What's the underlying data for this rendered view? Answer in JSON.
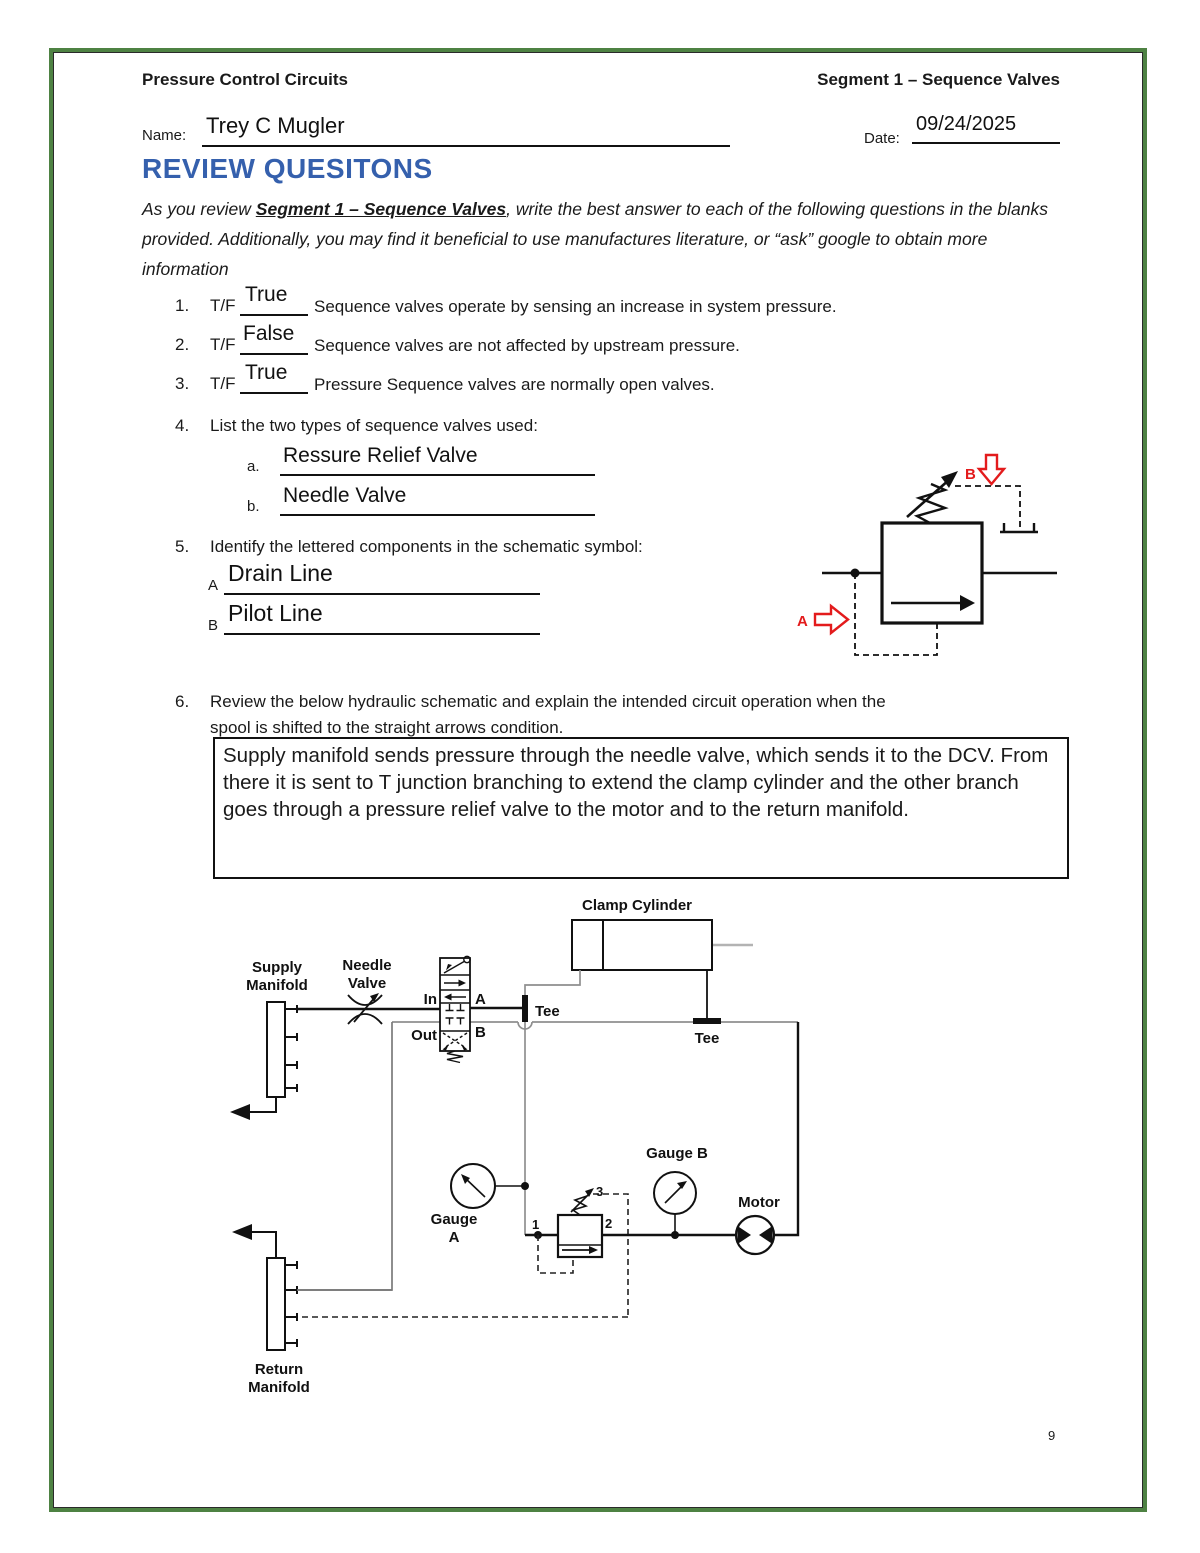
{
  "header": {
    "left_title": "Pressure Control Circuits",
    "right_title": "Segment 1 – Sequence Valves",
    "name_label": "Name:",
    "name_value": "Trey C Mugler",
    "date_label": "Date:",
    "date_value": "09/24/2025"
  },
  "section_title": "REVIEW QUESITONS",
  "intro": {
    "pre": "As you review ",
    "bold": "Segment 1 – Sequence Valves",
    "post": ", write the best answer to each of the following questions in the blanks provided. Additionally, you may find it beneficial to use manufactures literature, or “ask” google to obtain more information"
  },
  "questions": {
    "q1": {
      "num": "1.",
      "tf": "T/F",
      "answer": "True",
      "text": "Sequence valves operate by sensing an increase in system pressure."
    },
    "q2": {
      "num": "2.",
      "tf": "T/F",
      "answer": "False",
      "text": "Sequence valves are not affected by upstream pressure."
    },
    "q3": {
      "num": "3.",
      "tf": "T/F",
      "answer": "True",
      "text": "Pressure Sequence valves are normally open valves."
    },
    "q4": {
      "num": "4.",
      "text": "List the two types of sequence valves used:",
      "a_label": "a.",
      "a_answer": "Ressure Relief Valve",
      "b_label": "b.",
      "b_answer": "Needle Valve"
    },
    "q5": {
      "num": "5.",
      "text": "Identify the lettered components in the schematic symbol:",
      "a_label": "A",
      "a_answer": "Drain Line",
      "b_label": "B",
      "b_answer": "Pilot Line"
    },
    "q6": {
      "num": "6.",
      "text_line1": "Review the below hydraulic schematic and explain the intended circuit operation when the",
      "text_line2": "spool is shifted to the straight arrows condition.",
      "answer": "Supply manifold sends pressure through the needle valve, which sends it to the DCV. From there it is sent to T junction branching to extend the clamp cylinder and the other branch goes through a pressure relief valve to the motor and to the return manifold."
    }
  },
  "symbol5": {
    "label_a": "A",
    "label_b": "B"
  },
  "schematic": {
    "clamp_cylinder": "Clamp Cylinder",
    "supply_1": "Supply",
    "supply_2": "Manifold",
    "needle_1": "Needle",
    "needle_2": "Valve",
    "dcv_in": "In",
    "dcv_out": "Out",
    "dcv_a": "A",
    "dcv_b": "B",
    "tee_1": "Tee",
    "tee_2": "Tee",
    "gauge_a_1": "Gauge",
    "gauge_a_2": "A",
    "gauge_b": "Gauge B",
    "motor": "Motor",
    "port_1": "1",
    "port_2": "2",
    "port_3": "3",
    "return_1": "Return",
    "return_2": "Manifold"
  },
  "footer": {
    "page_number": "9"
  }
}
